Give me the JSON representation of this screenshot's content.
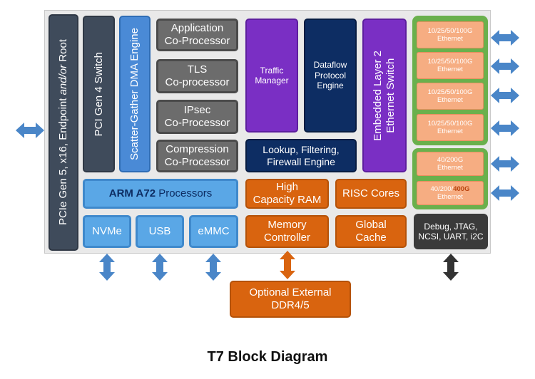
{
  "pcie_block": {
    "label": "PCIe Gen 5, x16, Endpoint",
    "label_italic": "and/or",
    "label_tail": " Root"
  },
  "pci_switch": {
    "label": "PCI Gen 4 Switch"
  },
  "dma_engine": {
    "label": "Scatter-Gather DMA Engine"
  },
  "coprocessors": [
    {
      "line1": "Application",
      "line2": "Co-Processor"
    },
    {
      "line1": "TLS",
      "line2": "Co-processor"
    },
    {
      "line1": "IPsec",
      "line2": "Co-Processor"
    },
    {
      "line1": "Compression",
      "line2": "Co-Processor"
    }
  ],
  "traffic_manager": {
    "line1": "Traffic",
    "line2": "Manager"
  },
  "dataflow_engine": {
    "line1": "Dataflow",
    "line2": "Protocol",
    "line3": "Engine"
  },
  "layer2_switch": {
    "line1": "Embedded Layer 2",
    "line2": "Ethernet Switch"
  },
  "lookup_engine": {
    "line1": "Lookup, Filtering,",
    "line2": "Firewall Engine"
  },
  "arm_processors": {
    "bold": "ARM A72",
    "rest": " Processors"
  },
  "high_capacity_ram": {
    "line1": "High",
    "line2": "Capacity RAM"
  },
  "risc_cores": {
    "label": "RISC Cores"
  },
  "memory_controller": {
    "line1": "Memory",
    "line2": "Controller"
  },
  "global_cache": {
    "line1": "Global",
    "line2": "Cache"
  },
  "io_blocks": {
    "nvme": "NVMe",
    "usb": "USB",
    "emmc": "eMMC"
  },
  "ethernet_ports": [
    {
      "line1": "10/25/50/100G",
      "line2": "Ethernet"
    },
    {
      "line1": "10/25/50/100G",
      "line2": "Ethernet"
    },
    {
      "line1": "10/25/50/100G",
      "line2": "Ethernet"
    },
    {
      "line1": "10/25/50/100G",
      "line2": "Ethernet"
    },
    {
      "line1": "40/200G",
      "line2": "Ethernet"
    },
    {
      "line1a": "40/200/",
      "line1b": "400G",
      "line2": "Ethernet"
    }
  ],
  "debug_block": {
    "line1": "Debug, JTAG,",
    "line2": "NCSI, UART, i2C"
  },
  "external_ddr": {
    "line1": "Optional External",
    "line2": "DDR4/5"
  },
  "caption": "T7 Block Diagram",
  "colors": {
    "arrow_blue": "#4a86c8",
    "arrow_orange": "#d9640f",
    "arrow_dark": "#333333",
    "ethernet_green": "#6ab04c",
    "purple": "#7a2fc4",
    "navy": "#0d2d63"
  }
}
